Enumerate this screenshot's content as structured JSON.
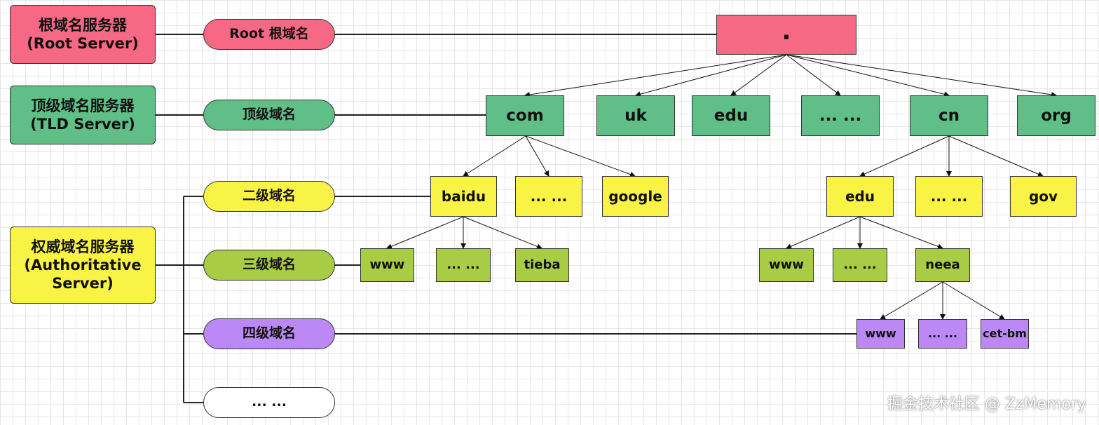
{
  "servers": {
    "root": {
      "line1": "根域名服务器",
      "line2": "(Root Server)"
    },
    "tld": {
      "line1": "顶级域名服务器",
      "line2": "(TLD Server)"
    },
    "auth": {
      "line1": "权威域名服务器",
      "line2": "(Authoritative",
      "line3": "Server)"
    }
  },
  "levels": {
    "root": "Root 根域名",
    "tld": "顶级域名",
    "second": "二级域名",
    "third": "三级域名",
    "fourth": "四级域名",
    "more": "... ..."
  },
  "tree": {
    "root": ".",
    "tld": [
      "com",
      "uk",
      "edu",
      "... ...",
      "cn",
      "org"
    ],
    "com_children": [
      "baidu",
      "... ...",
      "google"
    ],
    "cn_children": [
      "edu",
      "... ...",
      "gov"
    ],
    "baidu_children": [
      "www",
      "... ...",
      "tieba"
    ],
    "edu_children": [
      "www",
      "... ...",
      "neea"
    ],
    "neea_children": [
      "www",
      "... ...",
      "cet-bm"
    ]
  },
  "watermark": "掘金技术社区 @ ZzMemory",
  "colors": {
    "root": "#f76884",
    "tld": "#5fbf86",
    "second": "#f8f345",
    "third": "#a8cc45",
    "fourth": "#bb88f5"
  }
}
